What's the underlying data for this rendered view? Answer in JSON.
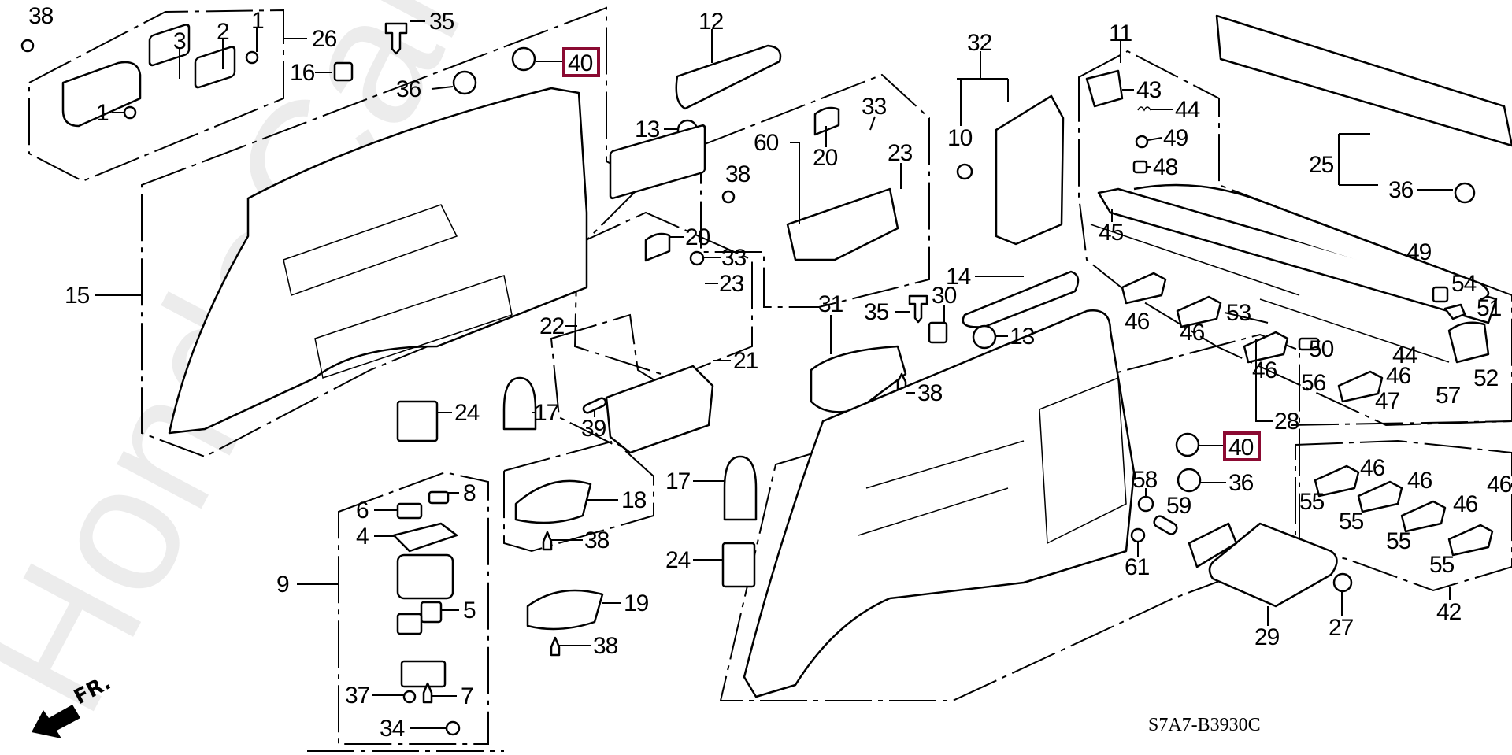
{
  "diagram": {
    "title": "Honda interior side lining / trim parts diagram",
    "code": "S7A7-B3930C",
    "direction_label": "FR.",
    "watermark": "HondaCarMine.ru",
    "highlight_color": "#8b0a32",
    "highlighted_parts": [
      "40"
    ],
    "callouts": [
      {
        "id": "c38a",
        "label": "38"
      },
      {
        "id": "c26",
        "label": "26"
      },
      {
        "id": "c35a",
        "label": "35"
      },
      {
        "id": "c3",
        "label": "3"
      },
      {
        "id": "c2",
        "label": "2"
      },
      {
        "id": "c1a",
        "label": "1"
      },
      {
        "id": "c1b",
        "label": "1"
      },
      {
        "id": "c16",
        "label": "16"
      },
      {
        "id": "c36a",
        "label": "36"
      },
      {
        "id": "c40a",
        "label": "40"
      },
      {
        "id": "c12",
        "label": "12"
      },
      {
        "id": "c13a",
        "label": "13"
      },
      {
        "id": "c32",
        "label": "32"
      },
      {
        "id": "c11",
        "label": "11"
      },
      {
        "id": "c60",
        "label": "60"
      },
      {
        "id": "c33a",
        "label": "33"
      },
      {
        "id": "c20a",
        "label": "20"
      },
      {
        "id": "c23a",
        "label": "23"
      },
      {
        "id": "c38b",
        "label": "38"
      },
      {
        "id": "c10",
        "label": "10"
      },
      {
        "id": "c43",
        "label": "43"
      },
      {
        "id": "c44a",
        "label": "44"
      },
      {
        "id": "c49a",
        "label": "49"
      },
      {
        "id": "c48",
        "label": "48"
      },
      {
        "id": "c25",
        "label": "25"
      },
      {
        "id": "c36b",
        "label": "36"
      },
      {
        "id": "c45",
        "label": "45"
      },
      {
        "id": "c15",
        "label": "15"
      },
      {
        "id": "c22",
        "label": "22"
      },
      {
        "id": "c20b",
        "label": "20"
      },
      {
        "id": "c33b",
        "label": "33"
      },
      {
        "id": "c23b",
        "label": "23"
      },
      {
        "id": "c14",
        "label": "14"
      },
      {
        "id": "c35b",
        "label": "35"
      },
      {
        "id": "c30",
        "label": "30"
      },
      {
        "id": "c13b",
        "label": "13"
      },
      {
        "id": "c31",
        "label": "31"
      },
      {
        "id": "c21",
        "label": "21"
      },
      {
        "id": "c38c",
        "label": "38"
      },
      {
        "id": "c24a",
        "label": "24"
      },
      {
        "id": "c17a",
        "label": "17"
      },
      {
        "id": "c39",
        "label": "39"
      },
      {
        "id": "c46a",
        "label": "46"
      },
      {
        "id": "c46b",
        "label": "46"
      },
      {
        "id": "c53",
        "label": "53"
      },
      {
        "id": "c49b",
        "label": "49"
      },
      {
        "id": "c54",
        "label": "54"
      },
      {
        "id": "c51",
        "label": "51"
      },
      {
        "id": "c50",
        "label": "50"
      },
      {
        "id": "c44b",
        "label": "44"
      },
      {
        "id": "c52",
        "label": "52"
      },
      {
        "id": "c46c",
        "label": "46"
      },
      {
        "id": "c56",
        "label": "56"
      },
      {
        "id": "c46d",
        "label": "46"
      },
      {
        "id": "c47",
        "label": "47"
      },
      {
        "id": "c57",
        "label": "57"
      },
      {
        "id": "c28",
        "label": "28"
      },
      {
        "id": "c40b",
        "label": "40"
      },
      {
        "id": "c36c",
        "label": "36"
      },
      {
        "id": "c58",
        "label": "58"
      },
      {
        "id": "c59",
        "label": "59"
      },
      {
        "id": "c61",
        "label": "61"
      },
      {
        "id": "c29",
        "label": "29"
      },
      {
        "id": "c27",
        "label": "27"
      },
      {
        "id": "c42",
        "label": "42"
      },
      {
        "id": "c46e",
        "label": "46"
      },
      {
        "id": "c46f",
        "label": "46"
      },
      {
        "id": "c46g",
        "label": "46"
      },
      {
        "id": "c46h",
        "label": "46"
      },
      {
        "id": "c55a",
        "label": "55"
      },
      {
        "id": "c55b",
        "label": "55"
      },
      {
        "id": "c55c",
        "label": "55"
      },
      {
        "id": "c55d",
        "label": "55"
      },
      {
        "id": "c9",
        "label": "9"
      },
      {
        "id": "c6",
        "label": "6"
      },
      {
        "id": "c8",
        "label": "8"
      },
      {
        "id": "c4",
        "label": "4"
      },
      {
        "id": "c5",
        "label": "5"
      },
      {
        "id": "c37",
        "label": "37"
      },
      {
        "id": "c7",
        "label": "7"
      },
      {
        "id": "c34",
        "label": "34"
      },
      {
        "id": "c18",
        "label": "18"
      },
      {
        "id": "c38d",
        "label": "38"
      },
      {
        "id": "c19",
        "label": "19"
      },
      {
        "id": "c38e",
        "label": "38"
      },
      {
        "id": "c17b",
        "label": "17"
      },
      {
        "id": "c24b",
        "label": "24"
      }
    ]
  }
}
